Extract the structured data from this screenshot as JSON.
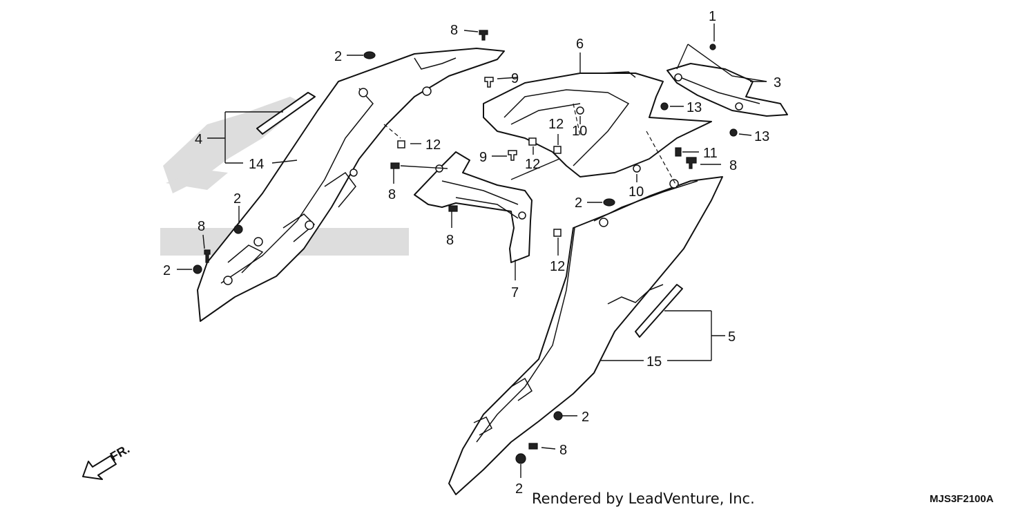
{
  "callouts": [
    {
      "id": "c1",
      "label": "1"
    },
    {
      "id": "c2a",
      "label": "2"
    },
    {
      "id": "c2b",
      "label": "2"
    },
    {
      "id": "c2c",
      "label": "2"
    },
    {
      "id": "c2d",
      "label": "2"
    },
    {
      "id": "c2e",
      "label": "2"
    },
    {
      "id": "c2f",
      "label": "2"
    },
    {
      "id": "c3",
      "label": "3"
    },
    {
      "id": "c4",
      "label": "4"
    },
    {
      "id": "c5",
      "label": "5"
    },
    {
      "id": "c6",
      "label": "6"
    },
    {
      "id": "c7",
      "label": "7"
    },
    {
      "id": "c8a",
      "label": "8"
    },
    {
      "id": "c8b",
      "label": "8"
    },
    {
      "id": "c8c",
      "label": "8"
    },
    {
      "id": "c8d",
      "label": "8"
    },
    {
      "id": "c8e",
      "label": "8"
    },
    {
      "id": "c8f",
      "label": "8"
    },
    {
      "id": "c9a",
      "label": "9"
    },
    {
      "id": "c9b",
      "label": "9"
    },
    {
      "id": "c10a",
      "label": "10"
    },
    {
      "id": "c10b",
      "label": "10"
    },
    {
      "id": "c11",
      "label": "11"
    },
    {
      "id": "c12a",
      "label": "12"
    },
    {
      "id": "c12b",
      "label": "12"
    },
    {
      "id": "c12c",
      "label": "12"
    },
    {
      "id": "c12d",
      "label": "12"
    },
    {
      "id": "c13a",
      "label": "13"
    },
    {
      "id": "c13b",
      "label": "13"
    },
    {
      "id": "c14",
      "label": "14"
    },
    {
      "id": "c15",
      "label": "15"
    }
  ],
  "direction_label": "FR.",
  "credit": "Rendered by LeadVenture, Inc.",
  "diagram_code": "MJS3F2100A"
}
